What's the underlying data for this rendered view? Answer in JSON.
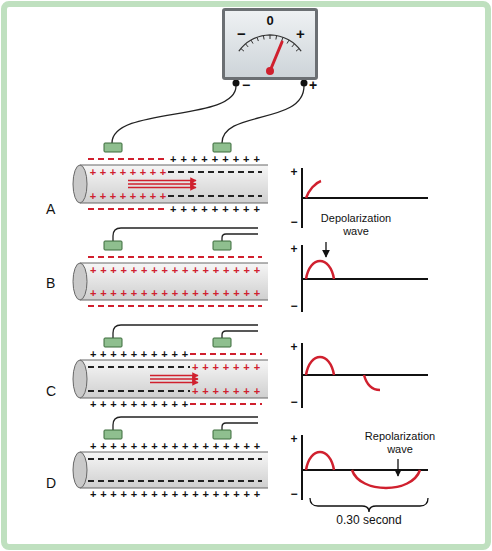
{
  "diagram": {
    "nodes": [
      {
        "text": [
          "0",
          "−",
          "+"
        ]
      }
    ],
    "labels": [
      "−",
      "+",
      "A",
      "B",
      "C",
      "D",
      "+++++++++",
      "++++++++",
      "++++++++",
      "+++++++++",
      "+++++++++++++++++",
      "+++++++++++++++++",
      "++++++++++",
      "+++++++",
      "+++++++",
      "++++++++++",
      "+++++++++++++++++",
      "+++++++++++++++++",
      "+",
      "−",
      "+",
      "−",
      "+",
      "−",
      "+",
      "−",
      "Depolarization wave",
      "Repolarization wave",
      "0.30 second"
    ]
  }
}
